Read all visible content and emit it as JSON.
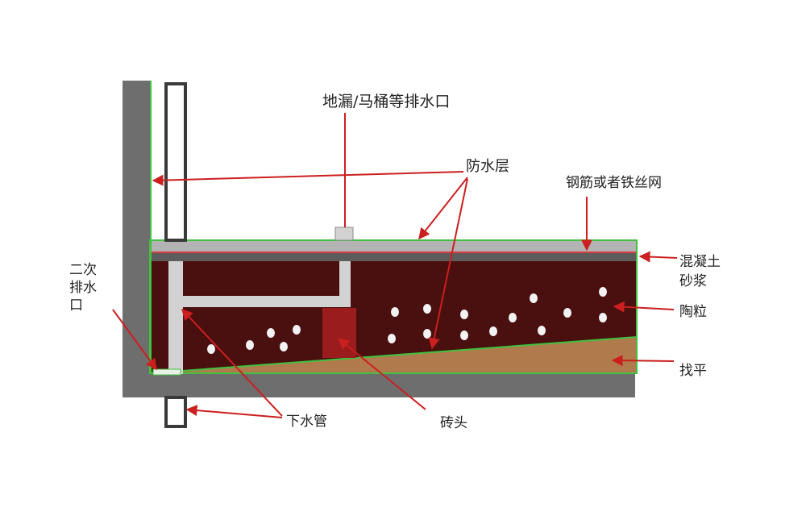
{
  "labels": {
    "drain_outlet": "地漏/马桶等排水口",
    "waterproof_layer": "防水层",
    "rebar_mesh": "钢筋或者铁丝网",
    "concrete_mortar_1": "混凝土",
    "concrete_mortar_2": "砂浆",
    "ceramsite": "陶粒",
    "leveling": "找平",
    "secondary_drain_1": "二次",
    "secondary_drain_2": "排水",
    "secondary_drain_3": "口",
    "downpipe": "下水管",
    "brick": "砖头"
  },
  "colors": {
    "wall": "#6e6e6e",
    "wall_inner": "#ffffff",
    "slab": "#b3b3b3",
    "slab_dark": "#5c5c5c",
    "fill_body": "#4a0f0f",
    "leveling": "#b07a4c",
    "waterproof": "#3fc23f",
    "pipe": "#d2d2d2",
    "pipe_edge": "#3a3a3a",
    "brick": "#9b1c1c",
    "rebar": "#d93a3a",
    "arrow": "#cc1f1f",
    "pellet": "#f2f2f2"
  }
}
